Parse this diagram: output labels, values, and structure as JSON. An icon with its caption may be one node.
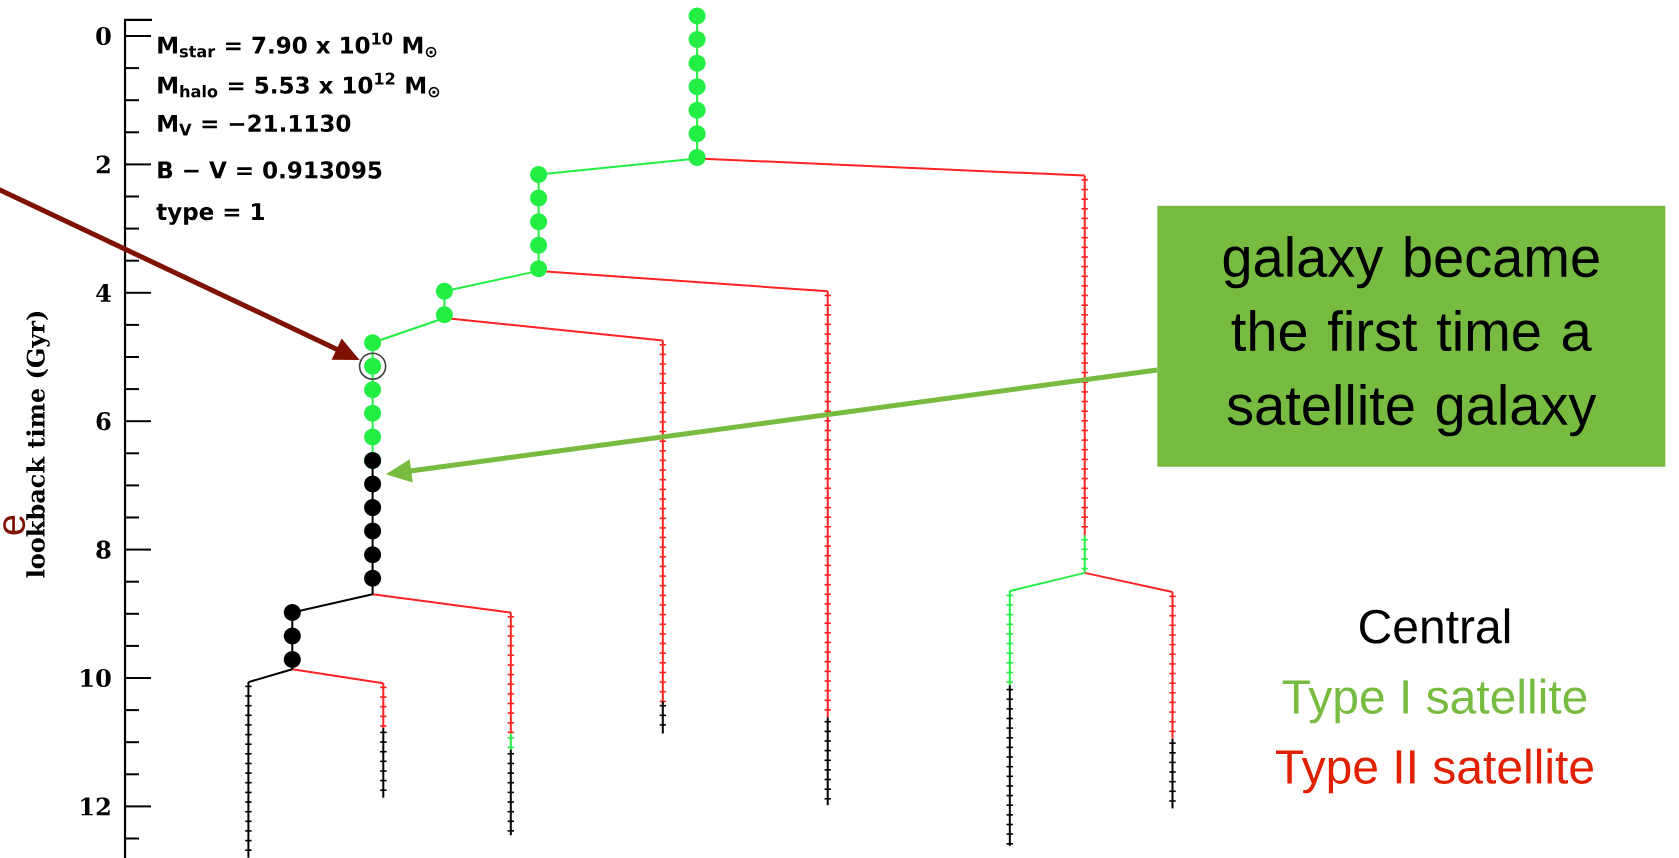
{
  "diagram": {
    "nodes": [
      {
        "text": [],
        "shape": "circle"
      },
      {
        "text": [
          "galaxy became the first time a satellite galaxy"
        ]
      }
    ],
    "edges": [
      {
        "from": null,
        "to": 0,
        "arrow": "to",
        "color": "#7f1100"
      },
      {
        "from": 1,
        "to": null,
        "arrow": "to",
        "color": "#77bb41"
      }
    ],
    "labels": [
      "M$_{star}$ =  7.90 x 10$^{10}$ M$_{⊙}$",
      "M$_{halo}$ =    5.53 x 10$^{12}$ M$_{⊙}$",
      "M$_{V}$ = −21.1130",
      "B − V = 0.913095",
      "type = 1",
      "0",
      "2",
      "4",
      "6",
      "8",
      "10",
      "12",
      "lookback time (Gyr)",
      "e"
    ],
    "legend": [
      {
        "text": "Central",
        "color": "#000000"
      },
      {
        "text": "Type I satellite",
        "color": "#77bb41"
      },
      {
        "text": "Type II satellite",
        "color": "#e02000"
      }
    ]
  }
}
